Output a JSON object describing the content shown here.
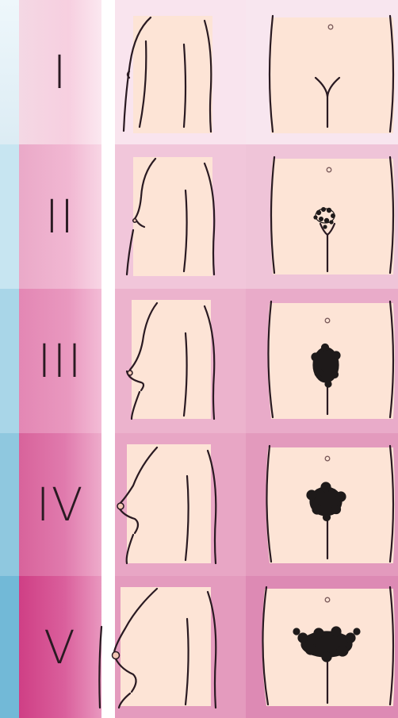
{
  "stages": [
    {
      "numeral": "I"
    },
    {
      "numeral": "II"
    },
    {
      "numeral": "III"
    },
    {
      "numeral": "IV"
    },
    {
      "numeral": "V"
    }
  ],
  "colors": {
    "skin": "#fde4d6",
    "outline": "#2a1a22",
    "hair": "#1e1a1a",
    "row_pinks": [
      "#f8e3ee",
      "#f0bfd6",
      "#eaa8c8",
      "#e49abd",
      "#e08ab3"
    ],
    "label_pinks": [
      "#f6cfe0",
      "#ee9fc4",
      "#e685b3",
      "#dd6aa1",
      "#d84d90"
    ],
    "blue_strip": [
      "#e6f2f8",
      "#bde0ee",
      "#a5d3e6",
      "#8cc6de",
      "#6fb8d6"
    ]
  }
}
